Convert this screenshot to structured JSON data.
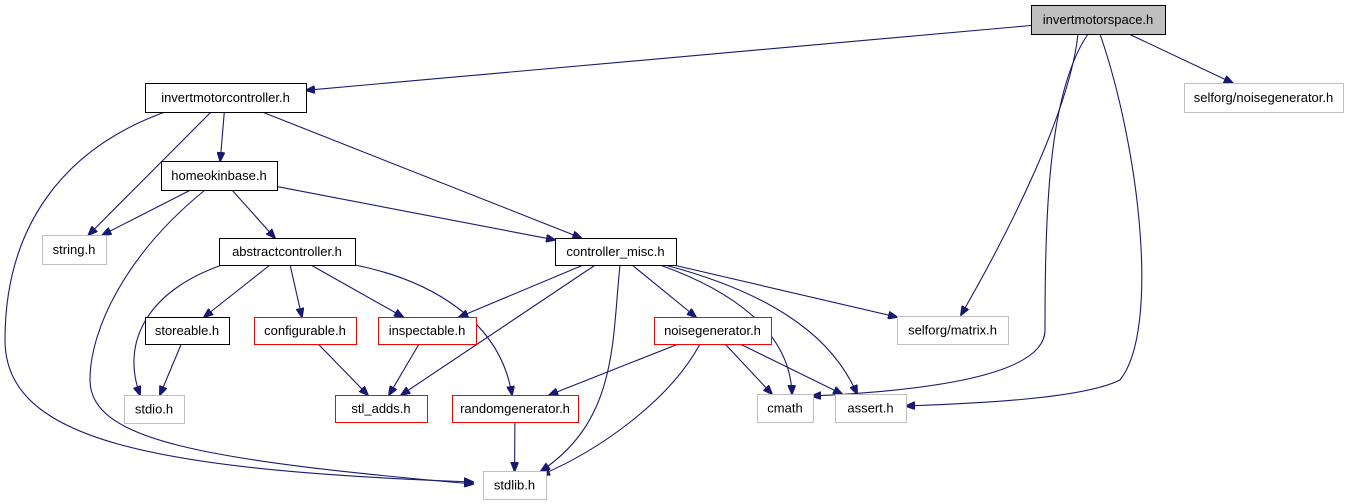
{
  "graph": {
    "colors": {
      "edge": "#191970",
      "root_fill": "#bfbfbf",
      "documented_border": "#000000",
      "undocumented_border": "#bfbfbf",
      "incomplete_border": "#ff0000",
      "node_fill": "#ffffff"
    },
    "nodes": [
      {
        "id": "invertmotorspace",
        "label": "invertmotorspace.h",
        "style": "root"
      },
      {
        "id": "invertmotorcontroller",
        "label": "invertmotorcontroller.h",
        "style": "documented"
      },
      {
        "id": "selforg_noisegenerator",
        "label": "selforg/noisegenerator.h",
        "style": "undocumented"
      },
      {
        "id": "homeokinbase",
        "label": "homeokinbase.h",
        "style": "documented"
      },
      {
        "id": "string",
        "label": "string.h",
        "style": "undocumented"
      },
      {
        "id": "abstractcontroller",
        "label": "abstractcontroller.h",
        "style": "documented"
      },
      {
        "id": "controller_misc",
        "label": "controller_misc.h",
        "style": "documented"
      },
      {
        "id": "storeable",
        "label": "storeable.h",
        "style": "documented"
      },
      {
        "id": "configurable",
        "label": "configurable.h",
        "style": "incomplete"
      },
      {
        "id": "inspectable",
        "label": "inspectable.h",
        "style": "incomplete"
      },
      {
        "id": "noisegenerator",
        "label": "noisegenerator.h",
        "style": "incomplete"
      },
      {
        "id": "selforg_matrix",
        "label": "selforg/matrix.h",
        "style": "undocumented"
      },
      {
        "id": "stdio",
        "label": "stdio.h",
        "style": "undocumented"
      },
      {
        "id": "stl_adds",
        "label": "stl_adds.h",
        "style": "incomplete"
      },
      {
        "id": "randomgenerator",
        "label": "randomgenerator.h",
        "style": "incomplete"
      },
      {
        "id": "cmath",
        "label": "cmath",
        "style": "undocumented"
      },
      {
        "id": "assert",
        "label": "assert.h",
        "style": "undocumented"
      },
      {
        "id": "stdlib",
        "label": "stdlib.h",
        "style": "undocumented"
      }
    ],
    "edges": [
      {
        "from": "invertmotorspace",
        "to": "invertmotorcontroller"
      },
      {
        "from": "invertmotorspace",
        "to": "selforg_noisegenerator"
      },
      {
        "from": "invertmotorspace",
        "to": "selforg_matrix"
      },
      {
        "from": "invertmotorspace",
        "to": "cmath"
      },
      {
        "from": "invertmotorspace",
        "to": "assert"
      },
      {
        "from": "invertmotorcontroller",
        "to": "homeokinbase"
      },
      {
        "from": "invertmotorcontroller",
        "to": "string"
      },
      {
        "from": "invertmotorcontroller",
        "to": "controller_misc"
      },
      {
        "from": "invertmotorcontroller",
        "to": "stdlib"
      },
      {
        "from": "homeokinbase",
        "to": "string"
      },
      {
        "from": "homeokinbase",
        "to": "abstractcontroller"
      },
      {
        "from": "homeokinbase",
        "to": "controller_misc"
      },
      {
        "from": "homeokinbase",
        "to": "stdlib"
      },
      {
        "from": "abstractcontroller",
        "to": "storeable"
      },
      {
        "from": "abstractcontroller",
        "to": "configurable"
      },
      {
        "from": "abstractcontroller",
        "to": "inspectable"
      },
      {
        "from": "abstractcontroller",
        "to": "stdio"
      },
      {
        "from": "abstractcontroller",
        "to": "randomgenerator"
      },
      {
        "from": "controller_misc",
        "to": "inspectable"
      },
      {
        "from": "controller_misc",
        "to": "noisegenerator"
      },
      {
        "from": "controller_misc",
        "to": "selforg_matrix"
      },
      {
        "from": "controller_misc",
        "to": "stl_adds"
      },
      {
        "from": "controller_misc",
        "to": "cmath"
      },
      {
        "from": "controller_misc",
        "to": "assert"
      },
      {
        "from": "controller_misc",
        "to": "stdlib"
      },
      {
        "from": "storeable",
        "to": "stdio"
      },
      {
        "from": "configurable",
        "to": "stl_adds"
      },
      {
        "from": "inspectable",
        "to": "stl_adds"
      },
      {
        "from": "noisegenerator",
        "to": "randomgenerator"
      },
      {
        "from": "noisegenerator",
        "to": "cmath"
      },
      {
        "from": "noisegenerator",
        "to": "assert"
      },
      {
        "from": "noisegenerator",
        "to": "stdlib"
      },
      {
        "from": "randomgenerator",
        "to": "stdlib"
      }
    ]
  }
}
